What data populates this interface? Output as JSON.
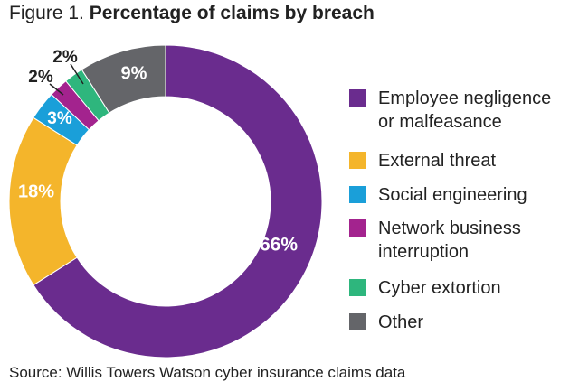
{
  "header": {
    "title_prefix": "Figure 1.",
    "title_main": "Percentage of claims by breach"
  },
  "source": "Source: Willis Towers Watson cyber insurance claims data",
  "chart_data": {
    "type": "pie",
    "title": "Figure 1. Percentage of claims by breach",
    "style": "donut",
    "value_unit": "%",
    "legend_position": "right",
    "slices": [
      {
        "label": "Employee negligence\nor malfeasance",
        "value": 66,
        "display": "66%",
        "color": "#6a2c8e"
      },
      {
        "label": "External threat",
        "value": 18,
        "display": "18%",
        "color": "#f4b52b"
      },
      {
        "label": "Social engineering",
        "value": 3,
        "display": "3%",
        "color": "#1a9fd9"
      },
      {
        "label": "Network business\ninterruption",
        "value": 2,
        "display": "2%",
        "color": "#a3238e"
      },
      {
        "label": "Cyber extortion",
        "value": 2,
        "display": "2%",
        "color": "#2eb67d"
      },
      {
        "label": "Other",
        "value": 9,
        "display": "9%",
        "color": "#646569"
      }
    ]
  }
}
